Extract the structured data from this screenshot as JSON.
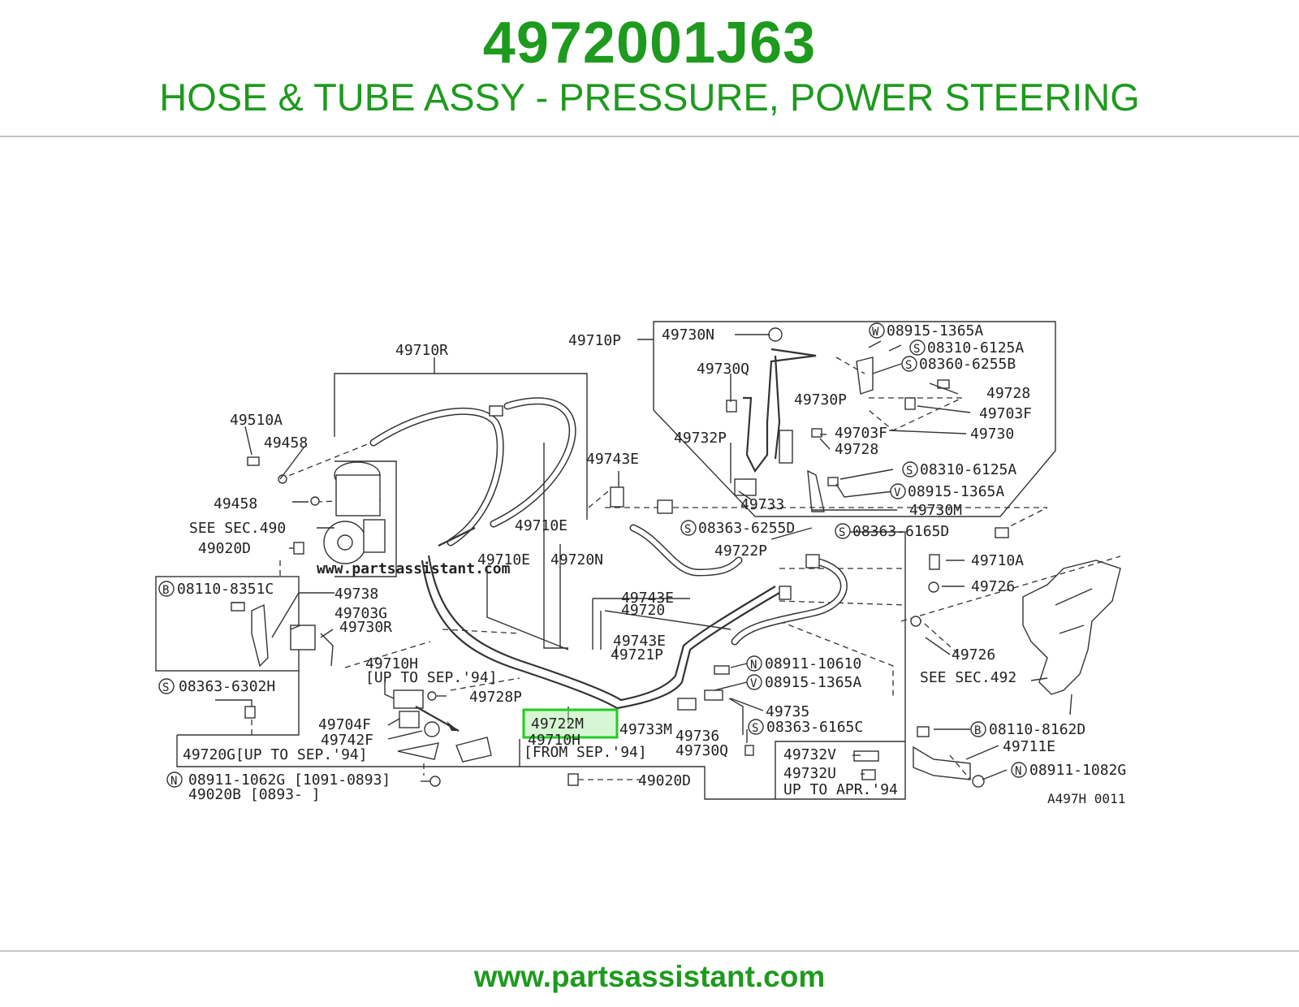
{
  "header": {
    "part_number": "4972001J63",
    "description": "HOSE & TUBE ASSY - PRESSURE, POWER STEERING"
  },
  "footer": {
    "url": "www.partsassistant.com"
  },
  "watermark": "www.partsassistant.com",
  "colors": {
    "brand_green": "#1e9a1e",
    "highlight": "#22cc22"
  },
  "highlighted_part": "49722M",
  "diagram_id": "A497H 0011",
  "labels": {
    "l_49710R": "49710R",
    "l_49510A": "49510A",
    "l_49458a": "49458",
    "l_49458b": "49458",
    "l_seesec490": "SEE SEC.490",
    "l_49020D_a": "49020D",
    "l_08110_8351C": "08110-8351C",
    "l_49738": "49738",
    "l_49703G": "49703G",
    "l_49730R": "49730R",
    "l_08363_6302H": "08363-6302H",
    "l_49710H_a": "49710H",
    "l_upto94_a": "[UP TO SEP.'94]",
    "l_49728P": "49728P",
    "l_49704F": "49704F",
    "l_49742F": "49742F",
    "l_49720G": "49720G[UP TO SEP.'94]",
    "l_08911_1062G": "08911-1062G [1091-0893]",
    "l_49020B": "49020B [0893-     ]",
    "l_49710P": "49710P",
    "l_49730N": "49730N",
    "l_49730Q_a": "49730Q",
    "l_49730P": "49730P",
    "l_49732P": "49732P",
    "l_49733": "49733",
    "l_49743E_a": "49743E",
    "l_49710E_a": "49710E",
    "l_49710E_b": "49710E",
    "l_49720N": "49720N",
    "l_08915_1365A_a": "08915-1365A",
    "l_08310_6125A_a": "08310-6125A",
    "l_08360_6255B": "08360-6255B",
    "l_49728_a": "49728",
    "l_49703F_a": "49703F",
    "l_49730": "49730",
    "l_49703F_b": "49703F",
    "l_49728_b": "49728",
    "l_08310_6125A_b": "08310-6125A",
    "l_08915_1365A_b": "08915-1365A",
    "l_49730M": "49730M",
    "l_08363_6255D": "08363-6255D",
    "l_08363_6165D": "08363-6165D",
    "l_49722P": "49722P",
    "l_49710A": "49710A",
    "l_49726_a": "49726",
    "l_49726_b": "49726",
    "l_49743E_b": "49743E",
    "l_49720": "49720",
    "l_49743E_c": "49743E",
    "l_49721P": "49721P",
    "l_08911_10610": "08911-10610",
    "l_08915_1365A_c": "08915-1365A",
    "l_49722M": "49722M",
    "l_49710H_b": "49710H",
    "l_fromsep94": "[FROM SEP.'94]",
    "l_49733M": "49733M",
    "l_49736": "49736",
    "l_49735": "49735",
    "l_08363_6165C": "08363-6165C",
    "l_49730Q_b": "49730Q",
    "l_49732V": "49732V",
    "l_49732U": "49732U",
    "l_uptoapr94": "UP TO APR.'94",
    "l_49020D_b": "49020D",
    "l_seesec492": "SEE SEC.492",
    "l_08110_8162D": "08110-8162D",
    "l_49711E": "49711E",
    "l_08911_1082G": "08911-1082G",
    "l_diagram_id": "A497H 0011"
  },
  "symbols": {
    "B": "B",
    "S": "S",
    "W": "W",
    "V": "V",
    "N": "N"
  }
}
